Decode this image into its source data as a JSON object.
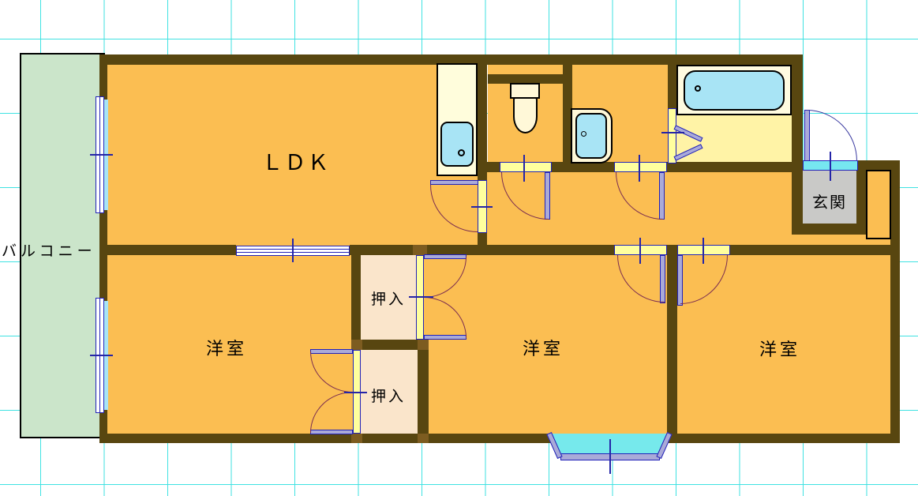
{
  "floor_plan": {
    "type": "japanese-apartment-floor-plan",
    "labels": {
      "balcony": "バルコニー",
      "ldk": "ＬＤＫ",
      "bedroom_left": "洋室",
      "bedroom_middle": "洋室",
      "bedroom_right": "洋室",
      "closet_upper": "押入",
      "closet_lower": "押入",
      "entrance": "玄関"
    },
    "fixtures": [
      "kitchen-sink-counter",
      "toilet",
      "washbasin",
      "bathtub",
      "folding-bath-door",
      "entrance-door",
      "shoe-cabinet",
      "bay-window",
      "balcony-window-upper",
      "balcony-window-lower",
      "sliding-partition"
    ],
    "colors": {
      "wall_brown": "#584610",
      "post_brown": "#7d5c20",
      "room_orange": "#fbbe52",
      "balcony_green": "#cbe5ca",
      "closet_pink": "#fae5cb",
      "bathroom_yellow": "#fff3a6",
      "entrance_gray": "#c9c9c7",
      "fixture_cream": "#fff8d8",
      "water_blue": "#a8e4f5",
      "bright_cyan": "#76e9ec",
      "threshold_yellow": "#ffff9e",
      "door_leaf_lavender": "#aaaad8",
      "frame_blue": "#2222b8",
      "door_arc_maroon": "#7b2d50",
      "grid_cyan": "#3fe2e2"
    }
  }
}
